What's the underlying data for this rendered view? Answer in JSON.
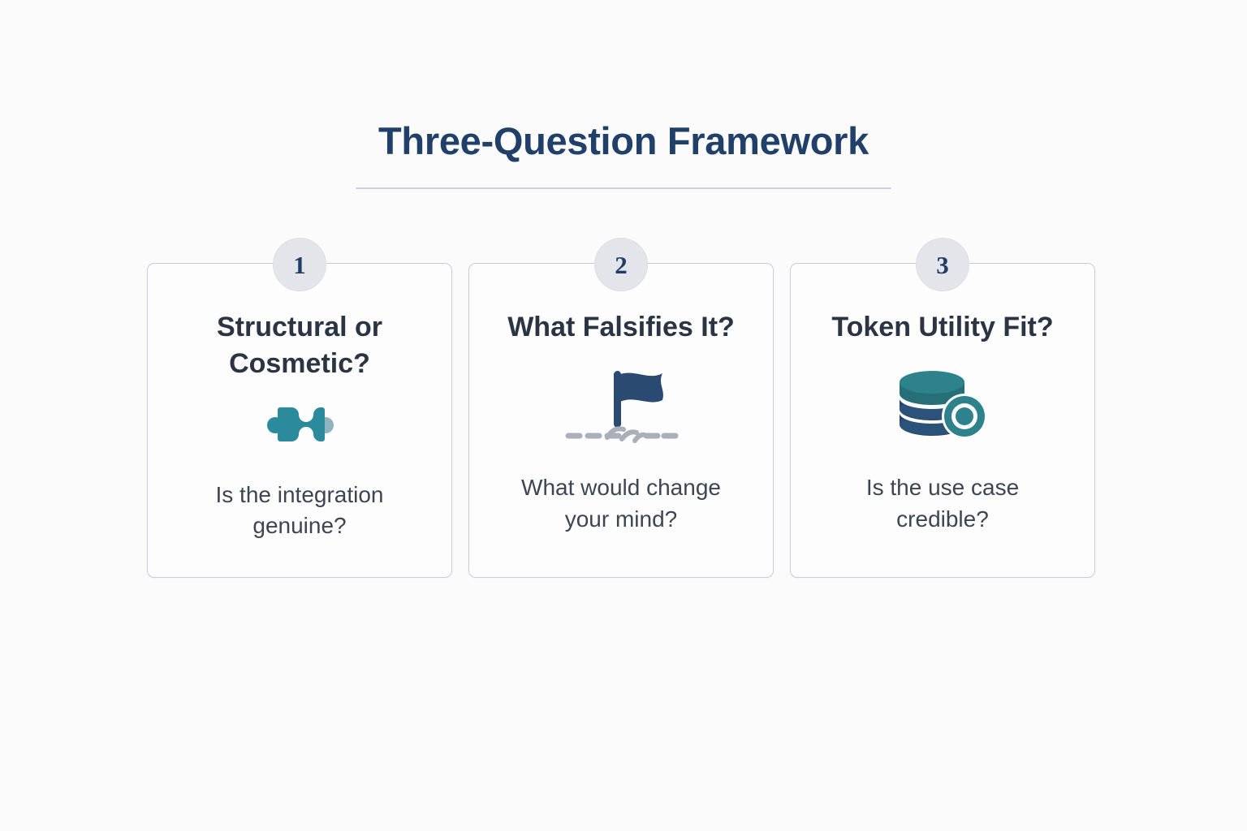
{
  "header": {
    "title": "Three-Question Framework"
  },
  "theme": {
    "background": "#fbfbfc",
    "title_color": "#20406a",
    "card_border": "#c9ced6",
    "card_title_color": "#2b3443",
    "card_sub_color": "#3d4553",
    "badge_fill": "#e3e5ea",
    "badge_number_color": "#1f3d66",
    "accent_teal": "#2b8a9c",
    "accent_navy": "#2b4a72",
    "dash_gray": "#aab0ba"
  },
  "cards": [
    {
      "number": "1",
      "title": "Structural or Cosmetic?",
      "subtitle": "Is the integration genuine?",
      "icon": "puzzle-piece-icon"
    },
    {
      "number": "2",
      "title": "What Falsifies It?",
      "subtitle": "What would change your mind?",
      "icon": "flag-on-ground-icon"
    },
    {
      "number": "3",
      "title": "Token Utility Fit?",
      "subtitle": "Is the use case credible?",
      "icon": "database-coin-icon"
    }
  ]
}
